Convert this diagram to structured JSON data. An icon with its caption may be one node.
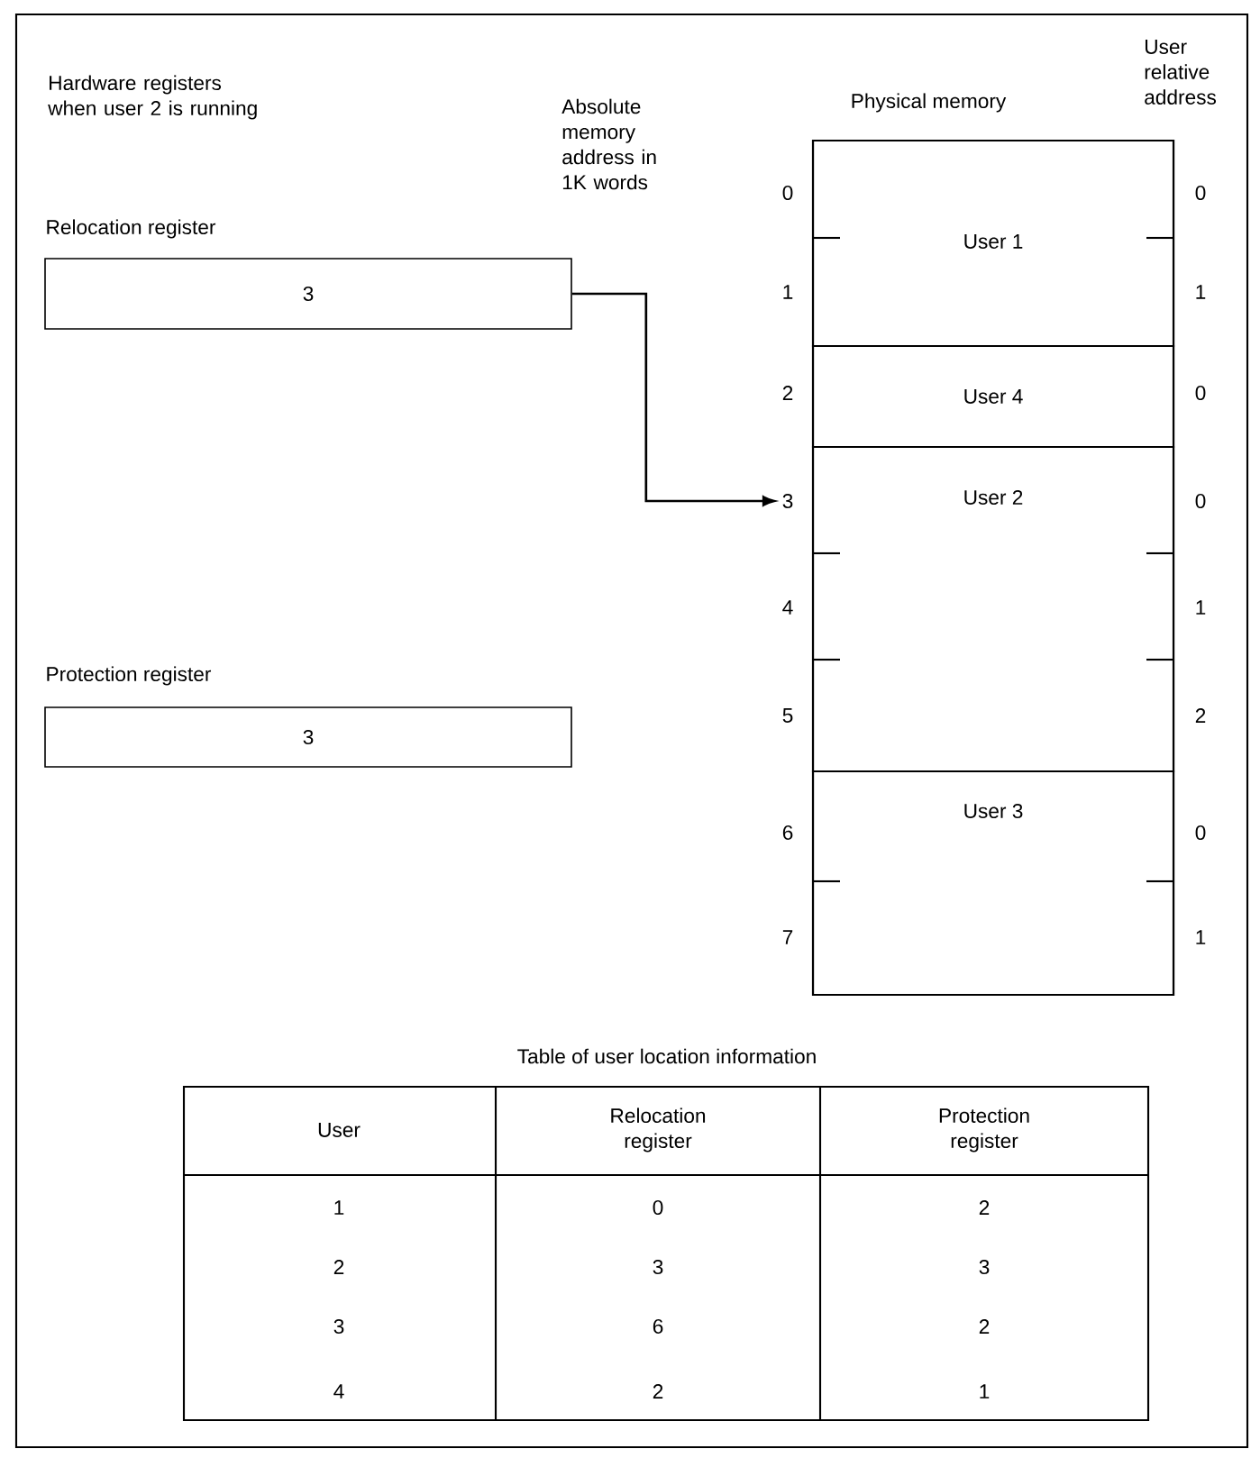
{
  "diagram": {
    "nodes": [
      {
        "text": [
          "Relocation register",
          "3"
        ]
      },
      {
        "text": [
          "Protection register",
          "3"
        ]
      },
      {
        "text": [
          "Physical memory"
        ]
      },
      {
        "text": [
          "User 1"
        ],
        "in": 2
      },
      {
        "text": [
          "User 4"
        ],
        "in": 2
      },
      {
        "text": [
          "User 2"
        ],
        "in": 2
      },
      {
        "text": [
          "User 3"
        ],
        "in": 2
      },
      {
        "text": [
          "3"
        ]
      }
    ],
    "edges": [
      {
        "from": 0,
        "to": 7,
        "arrow": "to"
      }
    ],
    "labels": [
      "Hardware registers when user 2 is running",
      "Absolute memory address in 1K words",
      "User relative address",
      "0",
      "1",
      "2",
      "4",
      "5",
      "6",
      "7",
      "0",
      "1",
      "0",
      "0",
      "1",
      "2",
      "0",
      "1",
      "Table of user location information",
      "User",
      "Relocation register",
      "Protection register",
      "1",
      "0",
      "2",
      "2",
      "3",
      "3",
      "3",
      "6",
      "2",
      "4",
      "2",
      "1"
    ]
  }
}
